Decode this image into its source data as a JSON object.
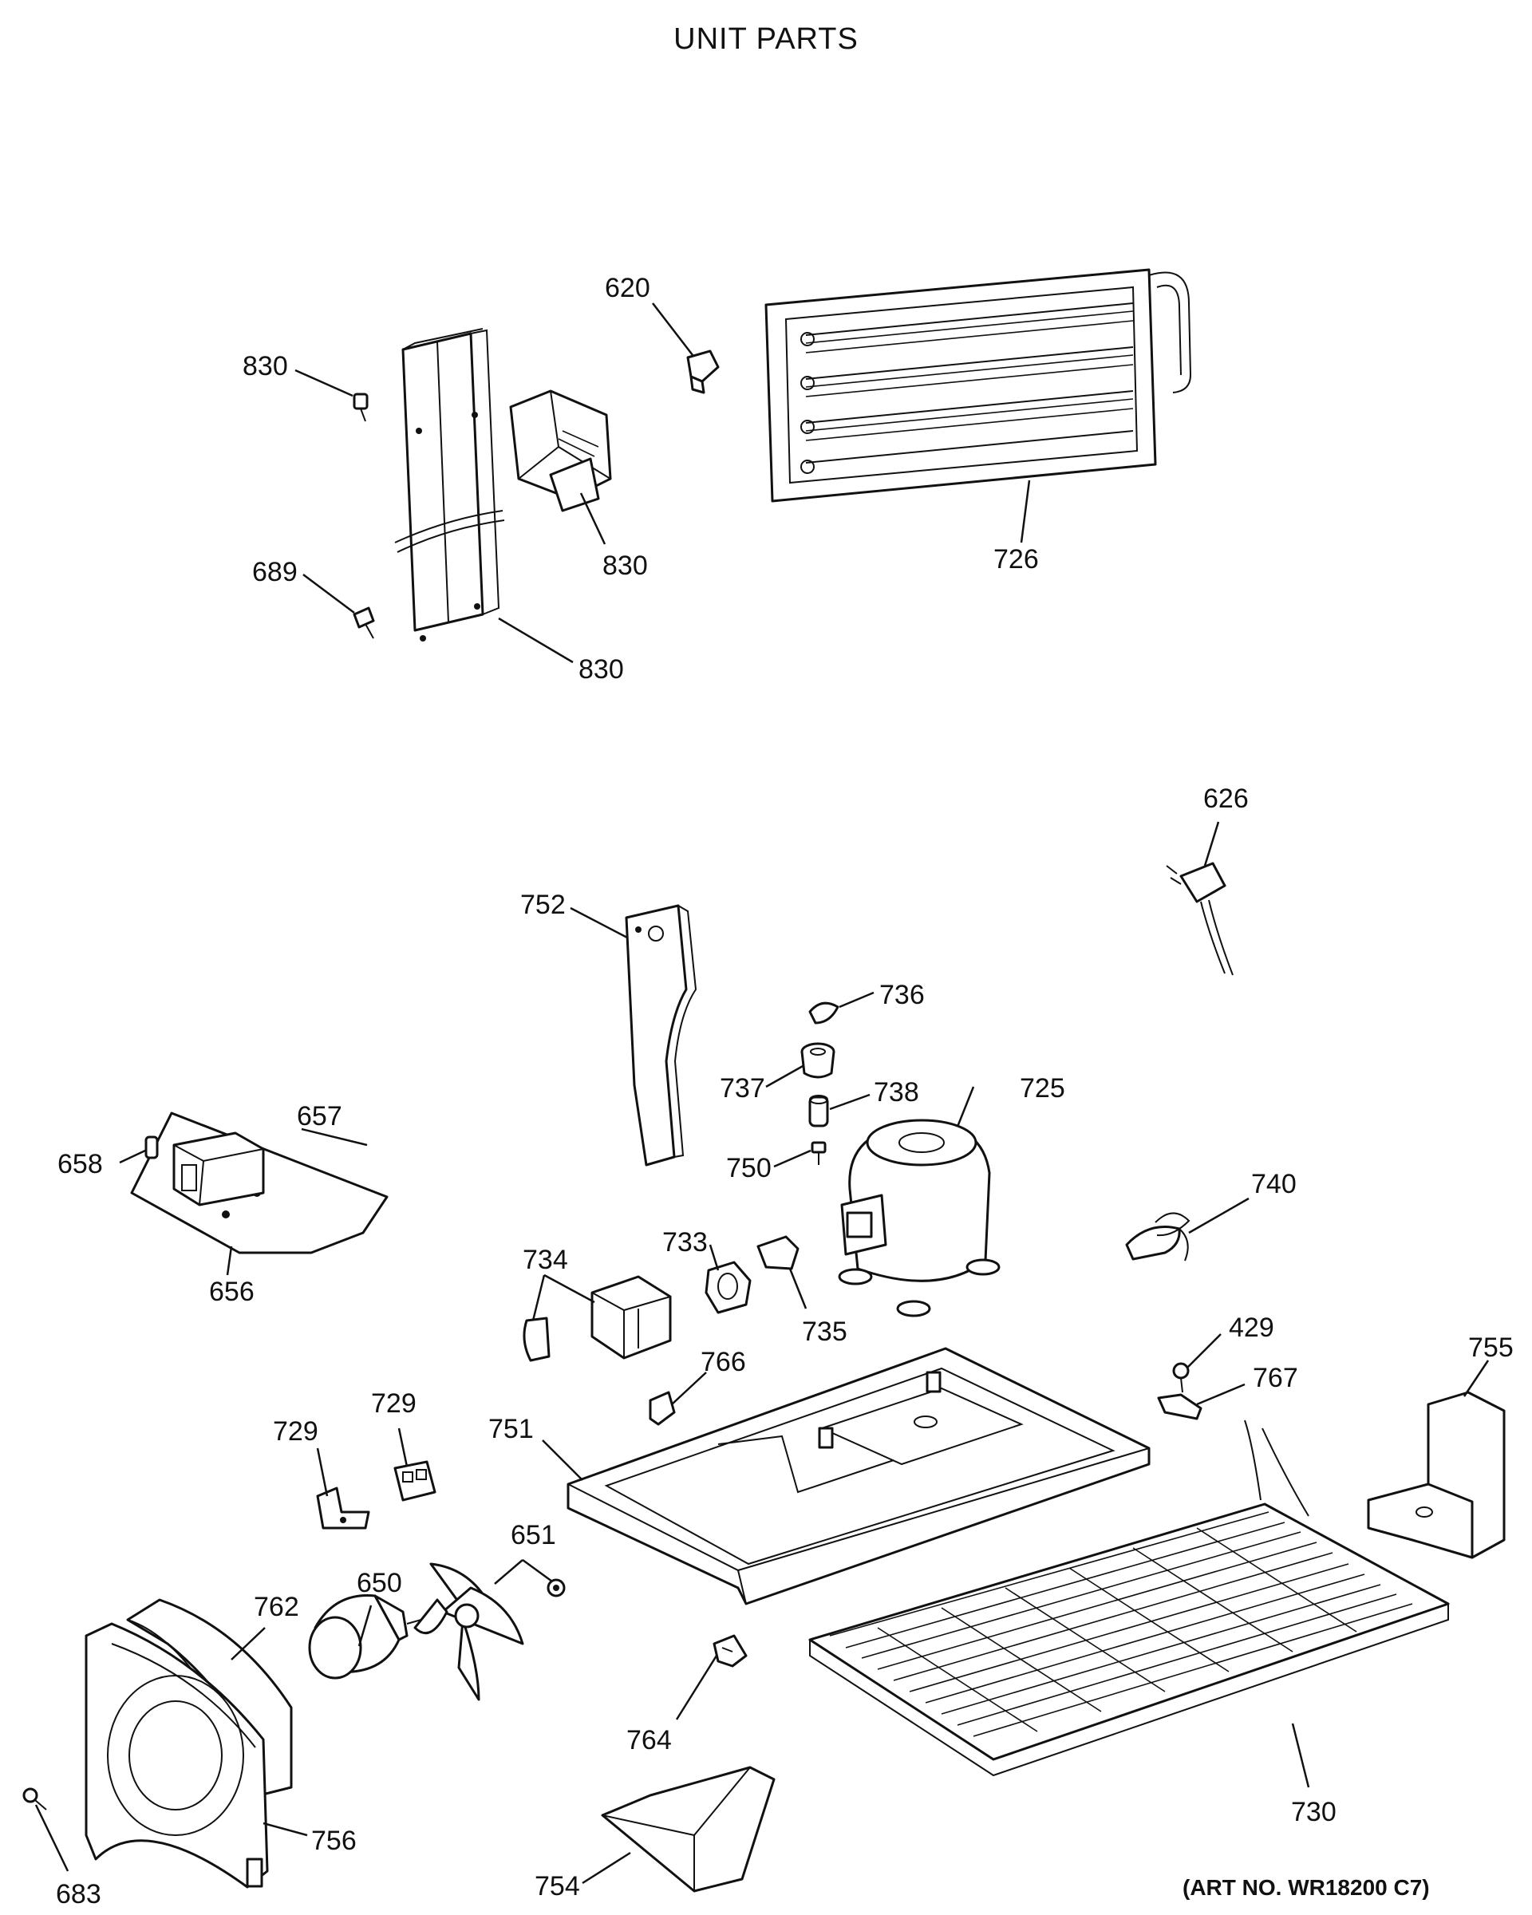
{
  "title": "UNIT PARTS",
  "art_number": "(ART NO. WR18200 C7)",
  "labels": {
    "p830a": "830",
    "p830b": "830",
    "p830c": "830",
    "p689": "689",
    "p620": "620",
    "p726": "726",
    "p626": "626",
    "p752": "752",
    "p736": "736",
    "p737": "737",
    "p738": "738",
    "p725": "725",
    "p750": "750",
    "p657": "657",
    "p658": "658",
    "p656": "656",
    "p740": "740",
    "p734": "734",
    "p733": "733",
    "p735": "735",
    "p429": "429",
    "p766": "766",
    "p767": "767",
    "p755": "755",
    "p729a": "729",
    "p729b": "729",
    "p751": "751",
    "p651": "651",
    "p650": "650",
    "p762": "762",
    "p764": "764",
    "p730": "730",
    "p756": "756",
    "p754": "754",
    "p683": "683"
  }
}
